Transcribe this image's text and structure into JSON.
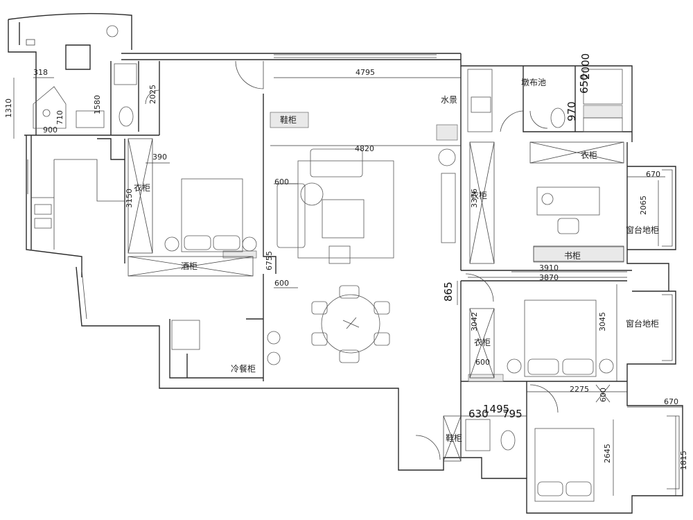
{
  "labels": {
    "shoe_cabinet_top": "鞋柜",
    "water_feature": "水景",
    "mop_pool": "墩布池",
    "wardrobe_left": "衣柜",
    "wine_cabinet": "酒柜",
    "wardrobe_master": "衣柜",
    "study_wardrobe": "衣柜",
    "window_cabinet_1": "窗台地柜",
    "bookcase": "书柜",
    "window_cabinet_2": "窗台地柜",
    "wardrobe_bed2": "衣柜",
    "cold_buffet_cabinet": "冷餐柜",
    "shoe_cabinet_entry": "鞋柜"
  },
  "dimensions": {
    "d318": "318",
    "d1310": "1310",
    "d710": "710",
    "d900": "900",
    "d1580": "1580",
    "d2025": "2025",
    "d4795": "4795",
    "d4820": "4820",
    "d390": "390",
    "d3150": "3150",
    "d600a": "600",
    "d6755": "6755",
    "d600b": "600",
    "d650": "650",
    "d2000": "2000",
    "d970": "970",
    "d3376": "3376",
    "d670a": "670",
    "d2065": "2065",
    "d3910": "3910",
    "d3870": "3870",
    "d865": "865",
    "d3042": "3042",
    "d3045": "3045",
    "d600c": "600",
    "d2275": "2275",
    "d600d": "600",
    "d670b": "670",
    "d1495": "1495",
    "d630": "630",
    "d795": "795",
    "d2645": "2645",
    "d1815": "1815"
  },
  "colors": {
    "line": "#2a2a2a",
    "background": "#ffffff",
    "hatch": "#e9e9e9"
  }
}
